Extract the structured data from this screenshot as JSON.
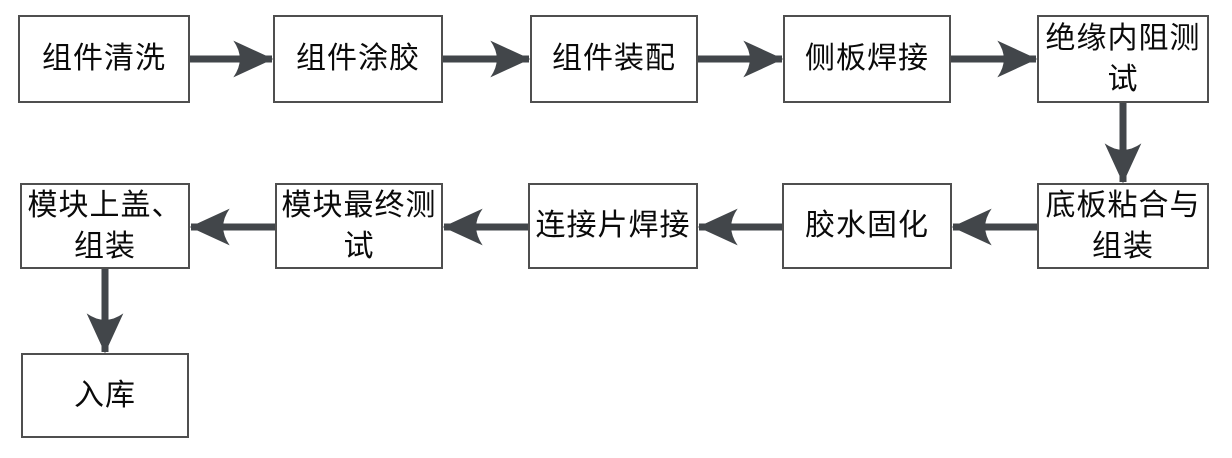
{
  "diagram": {
    "type": "flowchart",
    "language": "zh-CN",
    "nodes": [
      {
        "id": "n1",
        "label": "组件清洗"
      },
      {
        "id": "n2",
        "label": "组件涂胶"
      },
      {
        "id": "n3",
        "label": "组件装配"
      },
      {
        "id": "n4",
        "label": "侧板焊接"
      },
      {
        "id": "n5",
        "label": "绝缘内阻测\n试"
      },
      {
        "id": "n6",
        "label": "底板粘合与\n组装"
      },
      {
        "id": "n7",
        "label": "胶水固化"
      },
      {
        "id": "n8",
        "label": "连接片焊接"
      },
      {
        "id": "n9",
        "label": "模块最终测\n试"
      },
      {
        "id": "n10",
        "label": "模块上盖、\n组装"
      },
      {
        "id": "n11",
        "label": "入库"
      }
    ],
    "edges": [
      {
        "from": "组件清洗",
        "to": "组件涂胶",
        "direction": "right"
      },
      {
        "from": "组件涂胶",
        "to": "组件装配",
        "direction": "right"
      },
      {
        "from": "组件装配",
        "to": "侧板焊接",
        "direction": "right"
      },
      {
        "from": "侧板焊接",
        "to": "绝缘内阻测试",
        "direction": "right"
      },
      {
        "from": "绝缘内阻测试",
        "to": "底板粘合与组装",
        "direction": "down"
      },
      {
        "from": "底板粘合与组装",
        "to": "胶水固化",
        "direction": "left"
      },
      {
        "from": "胶水固化",
        "to": "连接片焊接",
        "direction": "left"
      },
      {
        "from": "连接片焊接",
        "to": "模块最终测试",
        "direction": "left"
      },
      {
        "from": "模块最终测试",
        "to": "模块上盖、组装",
        "direction": "left"
      },
      {
        "from": "模块上盖、组装",
        "to": "入库",
        "direction": "down"
      }
    ],
    "colors": {
      "background": "#ffffff",
      "box_fill": "#ffffff",
      "box_border": "#4f4f4f",
      "arrow": "#42464a",
      "text": "#0a0a0a"
    }
  }
}
